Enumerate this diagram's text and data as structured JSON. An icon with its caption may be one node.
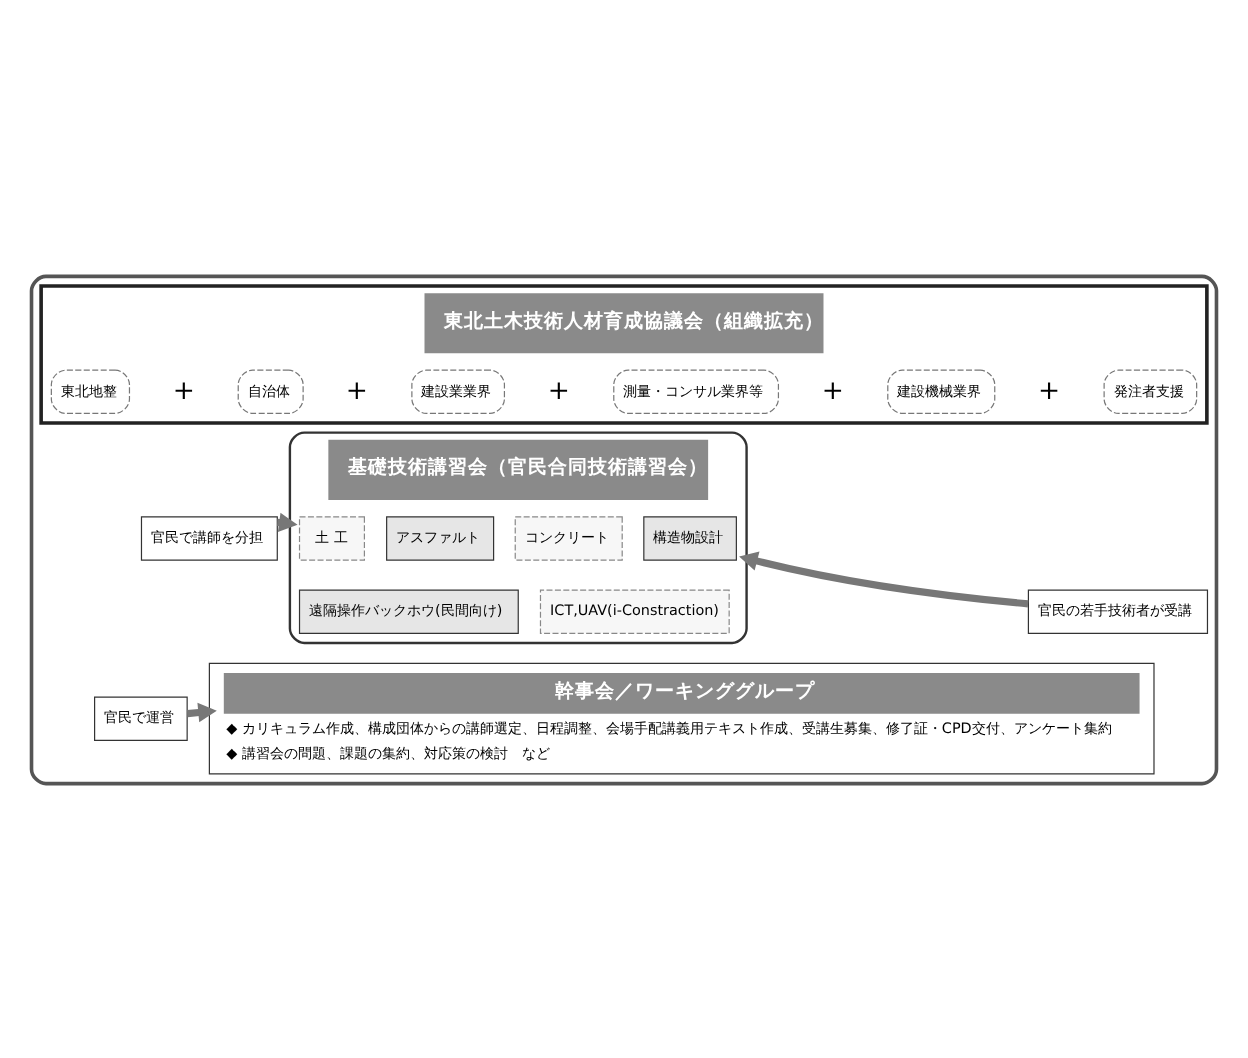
{
  "diagram": {
    "nodes": [
      {
        "text": [],
        "shape": "box"
      },
      {
        "text": [
          "東北土木技術人材育成協議会（組織拡充）"
        ],
        "in": 0
      },
      {
        "text": [
          "東北地整"
        ],
        "in": 1
      },
      {
        "text": [
          "自治体"
        ],
        "in": 1
      },
      {
        "text": [
          "建設業業界"
        ],
        "in": 1
      },
      {
        "text": [
          "測量・コンサル業界等"
        ],
        "in": 1
      },
      {
        "text": [
          "建設機械業界"
        ],
        "in": 1
      },
      {
        "text": [
          "発注者支援"
        ],
        "in": 1
      },
      {
        "text": [
          "基礎技術講習会（官民合同技術講習会）"
        ],
        "in": 0
      },
      {
        "text": [
          "土 工"
        ],
        "in": 8
      },
      {
        "text": [
          "アスファルト"
        ],
        "in": 8
      },
      {
        "text": [
          "コンクリート"
        ],
        "in": 8
      },
      {
        "text": [
          "構造物設計"
        ],
        "in": 8
      },
      {
        "text": [
          "ICT,UAV(i-Constraction)"
        ],
        "in": 8
      },
      {
        "text": [
          "遠隔操作バックホウ(民間向け)"
        ],
        "in": 8
      },
      {
        "text": [
          "官民で講師を分担"
        ],
        "in": 0
      },
      {
        "text": [
          "官民の若手技術者が受講"
        ],
        "in": 0
      },
      {
        "text": [
          "幹事会／ワーキンググループ",
          "◆ カリキュラム作成、構成団体からの講師選定、日程調整、会場手配講義用テキスト作成、受講生募集、修了証・CPD交付、アンケート集約",
          "◆ 講習会の問題、課題の集約、対応策の検討　など"
        ],
        "in": 0
      },
      {
        "text": [
          "官民で運営"
        ],
        "in": 0
      }
    ],
    "edges": [
      {
        "from": 15,
        "to": 8,
        "arrow": "to"
      },
      {
        "from": 16,
        "to": 8,
        "arrow": "to"
      },
      {
        "from": 18,
        "to": 17,
        "arrow": "to"
      }
    ],
    "labels": [
      "+",
      "+",
      "+",
      "+",
      "+"
    ]
  }
}
